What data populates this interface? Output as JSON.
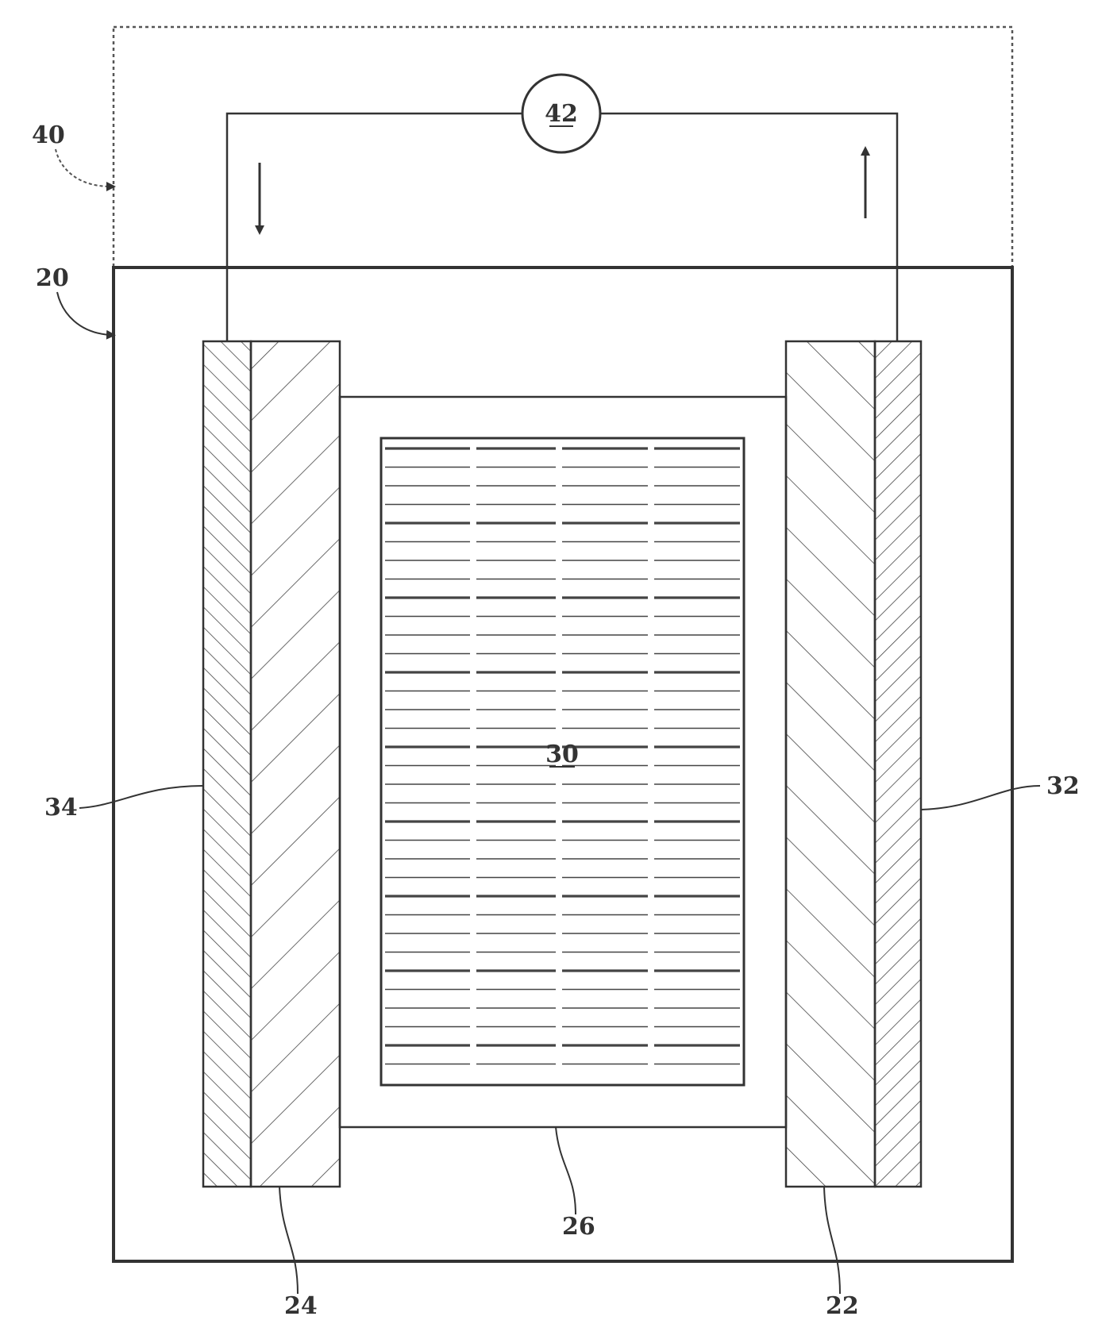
{
  "labels": {
    "ref_40": "40",
    "ref_42": "42",
    "ref_20": "20",
    "ref_30": "30",
    "ref_34": "34",
    "ref_32": "32",
    "ref_26": "26",
    "ref_24": "24",
    "ref_22": "22"
  },
  "colors": {
    "line": "#333333",
    "background": "#ffffff"
  }
}
